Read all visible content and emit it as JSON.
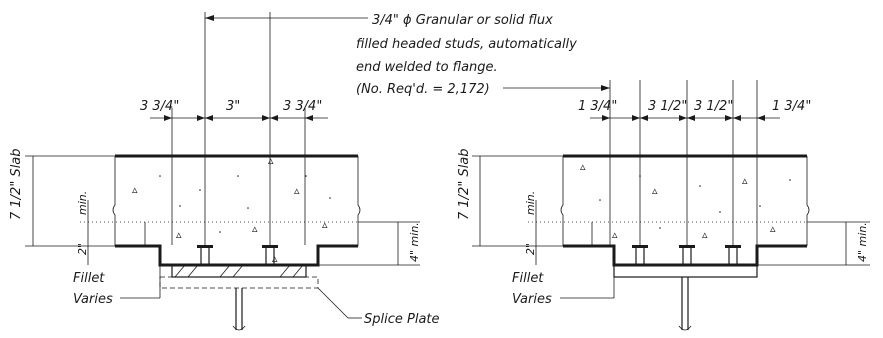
{
  "callout": {
    "line1": "3/4\" ϕ Granular or solid flux",
    "line2": "filled headed studs, automatically",
    "line3": "end welded to flange.",
    "line4": "(No. Req'd. = 2,172)"
  },
  "left_detail": {
    "dims": [
      "3 3/4\"",
      "3\"",
      "3 3/4\""
    ],
    "slab_label": "7 1/2\" Slab",
    "min_label": "min.",
    "two_in": "2\"",
    "four_in_label": "4\" min.",
    "fillet_label_1": "Fillet",
    "fillet_label_2": "Varies",
    "splice_label": "Splice Plate"
  },
  "right_detail": {
    "dims": [
      "1 3/4\"",
      "3 1/2\"",
      "3 1/2\"",
      "1 3/4\""
    ],
    "slab_label": "7 1/2\" Slab",
    "min_label": "min.",
    "two_in": "2\"",
    "four_in_label": "4\" min.",
    "fillet_label_1": "Fillet",
    "fillet_label_2": "Varies"
  }
}
